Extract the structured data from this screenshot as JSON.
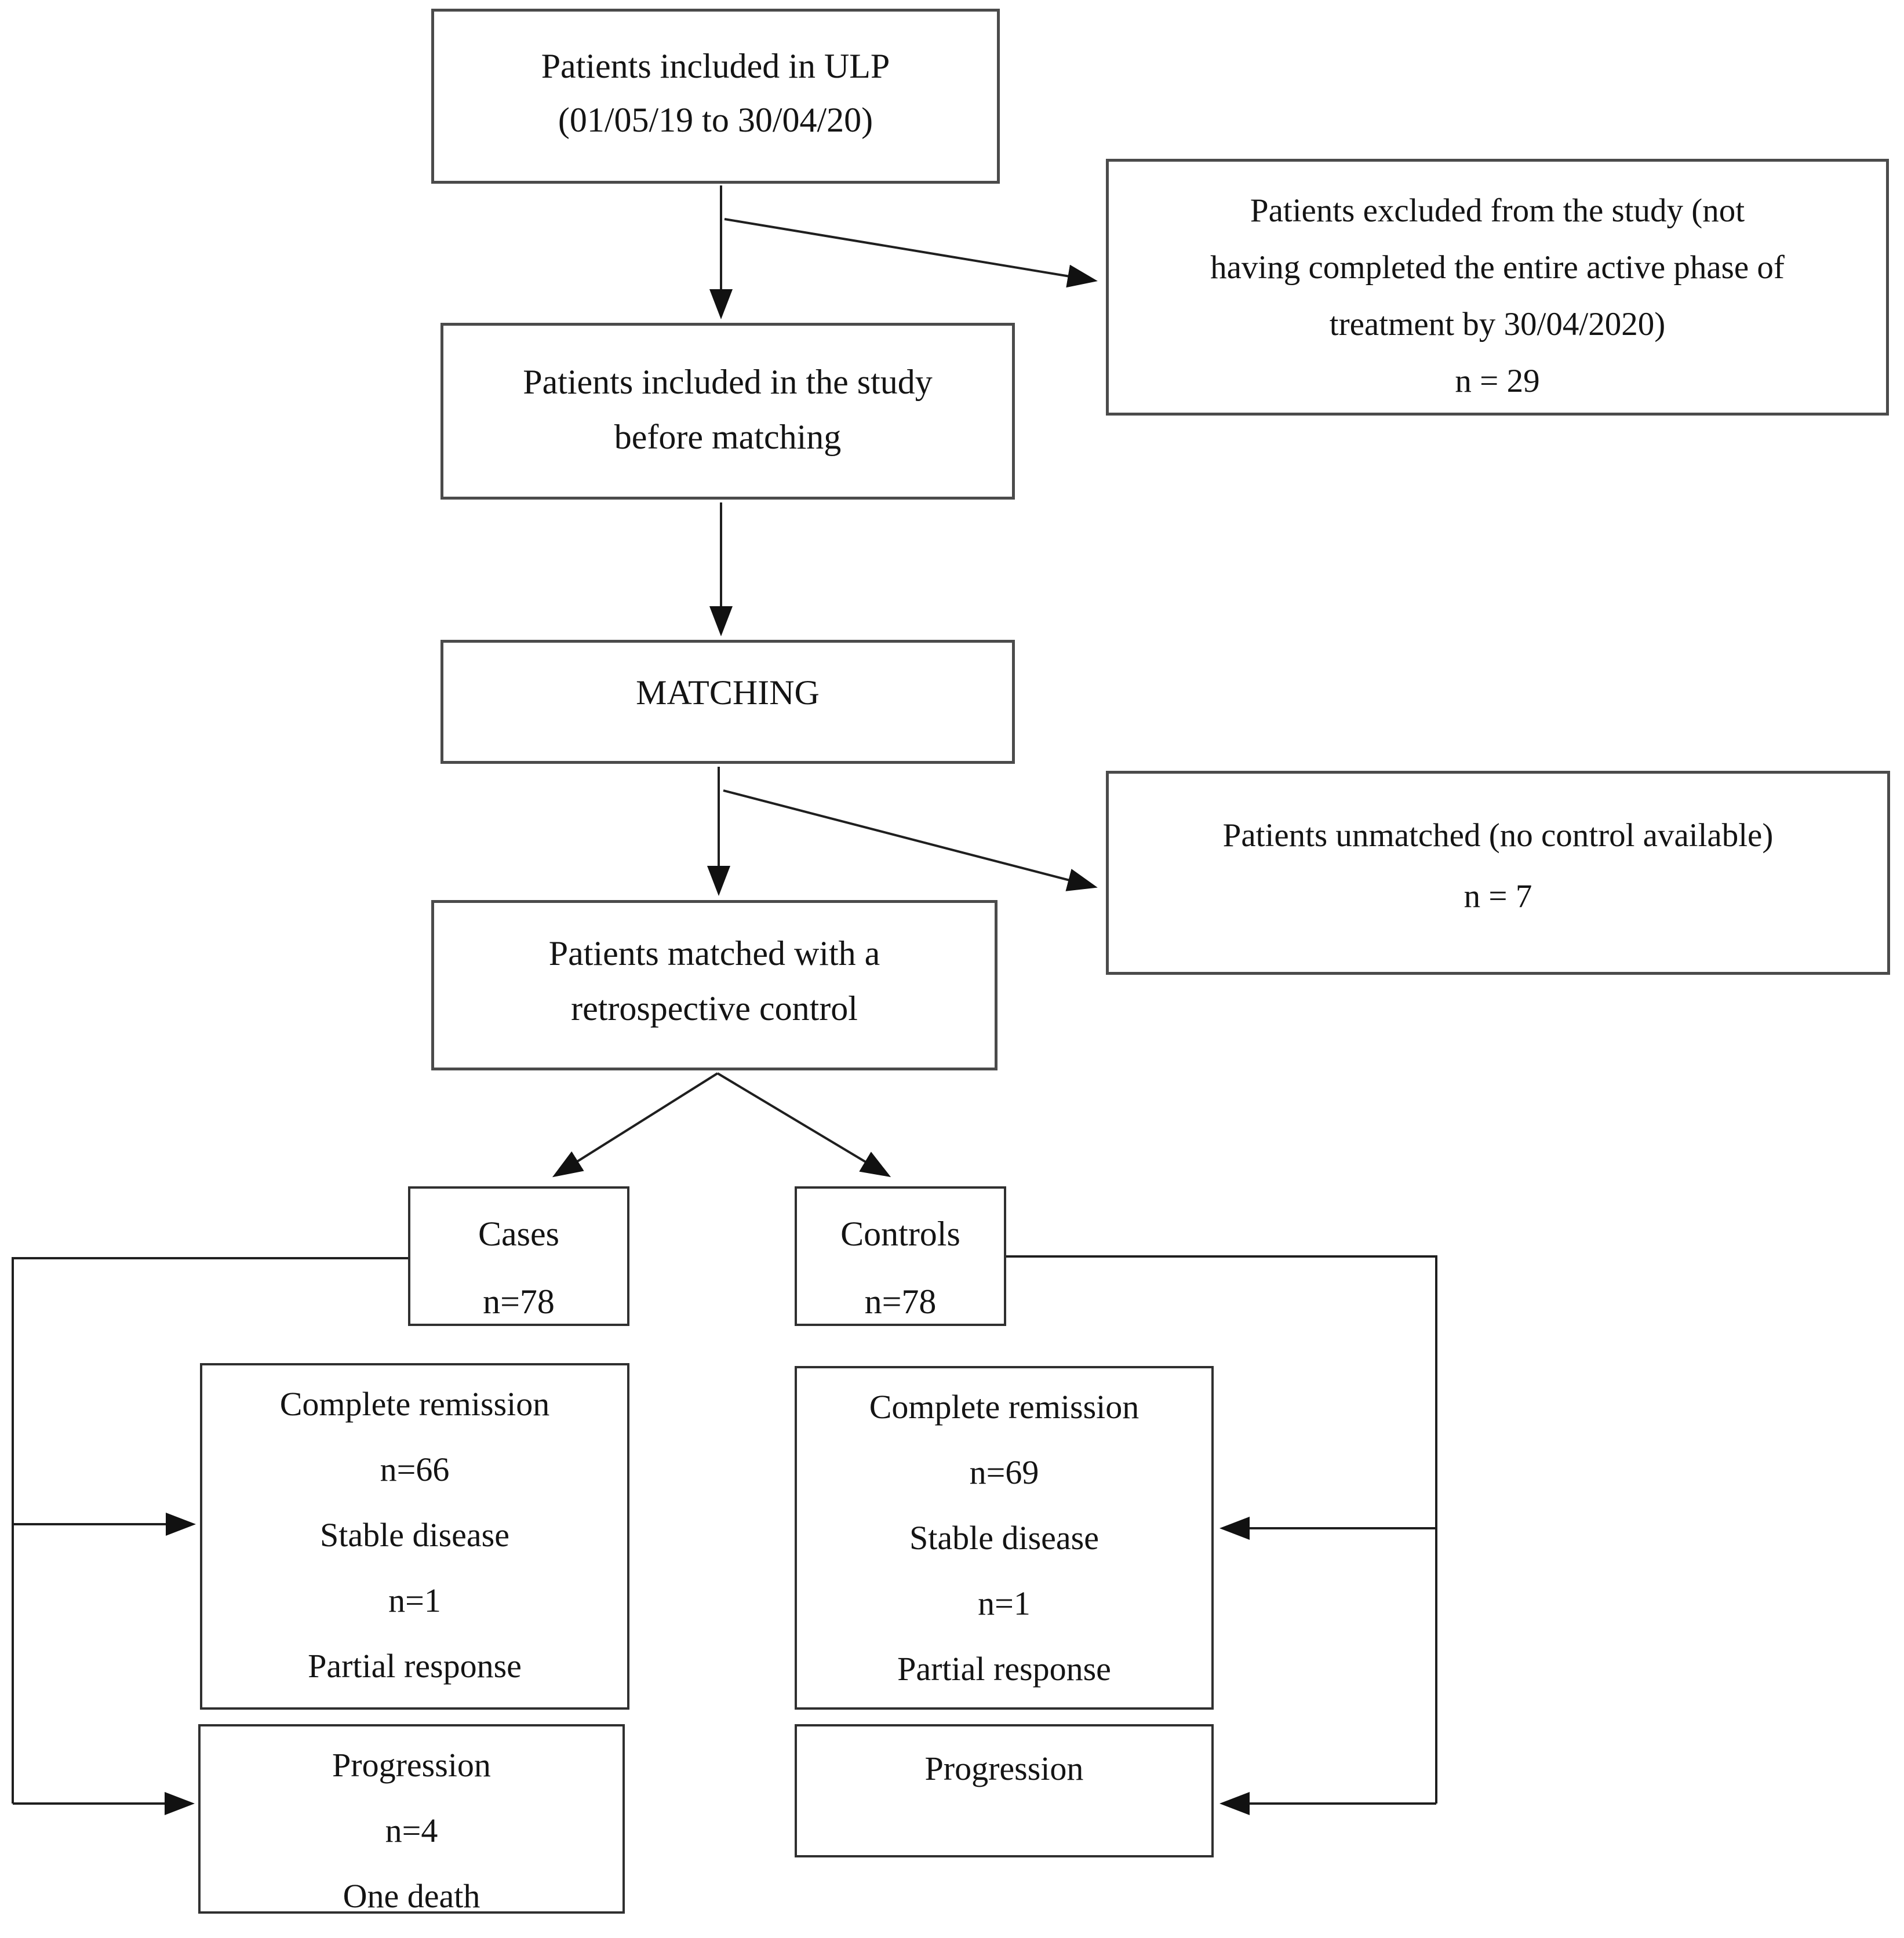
{
  "figure": {
    "background_color": "#ffffff",
    "line_color": "#1f1f1f",
    "border_color": "#4b4b4b",
    "boxes": {
      "ulp": {
        "lines": [
          "Patients included in ULP",
          "(01/05/19 to 30/04/20)"
        ]
      },
      "excluded": {
        "lines": [
          "Patients excluded from the study (not",
          "having completed the entire active phase of",
          "treatment by 30/04/2020)",
          "n = 29"
        ]
      },
      "before_matching": {
        "lines": [
          "Patients included in the study",
          "before matching"
        ]
      },
      "matching": {
        "lines": [
          "MATCHING"
        ]
      },
      "unmatched": {
        "lines": [
          "Patients unmatched (no control available)",
          "n = 7"
        ]
      },
      "matched": {
        "lines": [
          "Patients matched with a",
          "retrospective control"
        ]
      },
      "cases": {
        "lines": [
          "Cases",
          "n=78"
        ]
      },
      "controls": {
        "lines": [
          "Controls",
          "n=78"
        ]
      },
      "cases_outcome": {
        "lines": [
          "Complete remission",
          "n=66",
          "Stable disease",
          "n=1",
          "Partial response"
        ]
      },
      "controls_outcome": {
        "lines": [
          "Complete remission",
          "n=69",
          "Stable disease",
          "n=1",
          "Partial response"
        ]
      },
      "cases_progression": {
        "lines": [
          "Progression",
          "n=4",
          "One death"
        ]
      },
      "controls_progression": {
        "lines": [
          "Progression"
        ]
      }
    }
  }
}
